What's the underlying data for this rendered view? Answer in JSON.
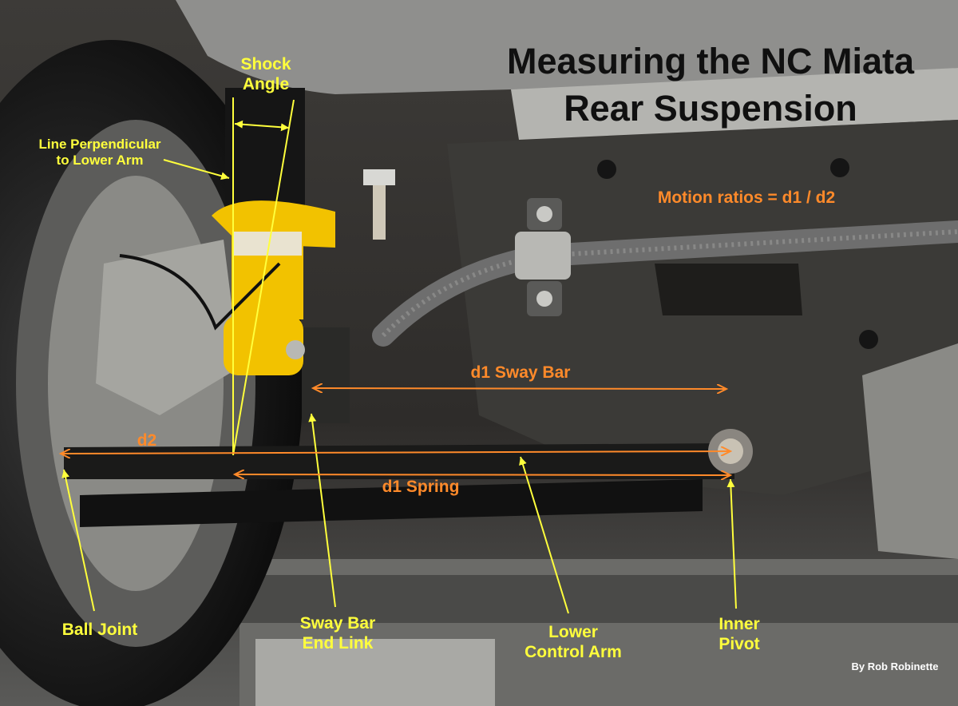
{
  "title": {
    "line1": "Measuring the NC Miata",
    "line2": "Rear Suspension"
  },
  "labels": {
    "shock_angle": [
      "Shock",
      "Angle"
    ],
    "perpendicular": [
      "Line Perpendicular",
      "to Lower Arm"
    ],
    "motion_ratio": "Motion ratios = d1 / d2",
    "d1_sway_bar": "d1 Sway Bar",
    "d2": "d2",
    "d1_spring": "d1 Spring",
    "ball_joint": "Ball Joint",
    "sway_bar_end_link": [
      "Sway Bar",
      "End Link"
    ],
    "lower_control_arm": [
      "Lower",
      "Control Arm"
    ],
    "inner_pivot": [
      "Inner",
      "Pivot"
    ]
  },
  "credit": "By Rob Robinette",
  "colors": {
    "annotation_yellow": "#ffff3c",
    "annotation_orange": "#ff8a2a",
    "title_text": "#101010",
    "shock_yellow": "#f2c200"
  }
}
